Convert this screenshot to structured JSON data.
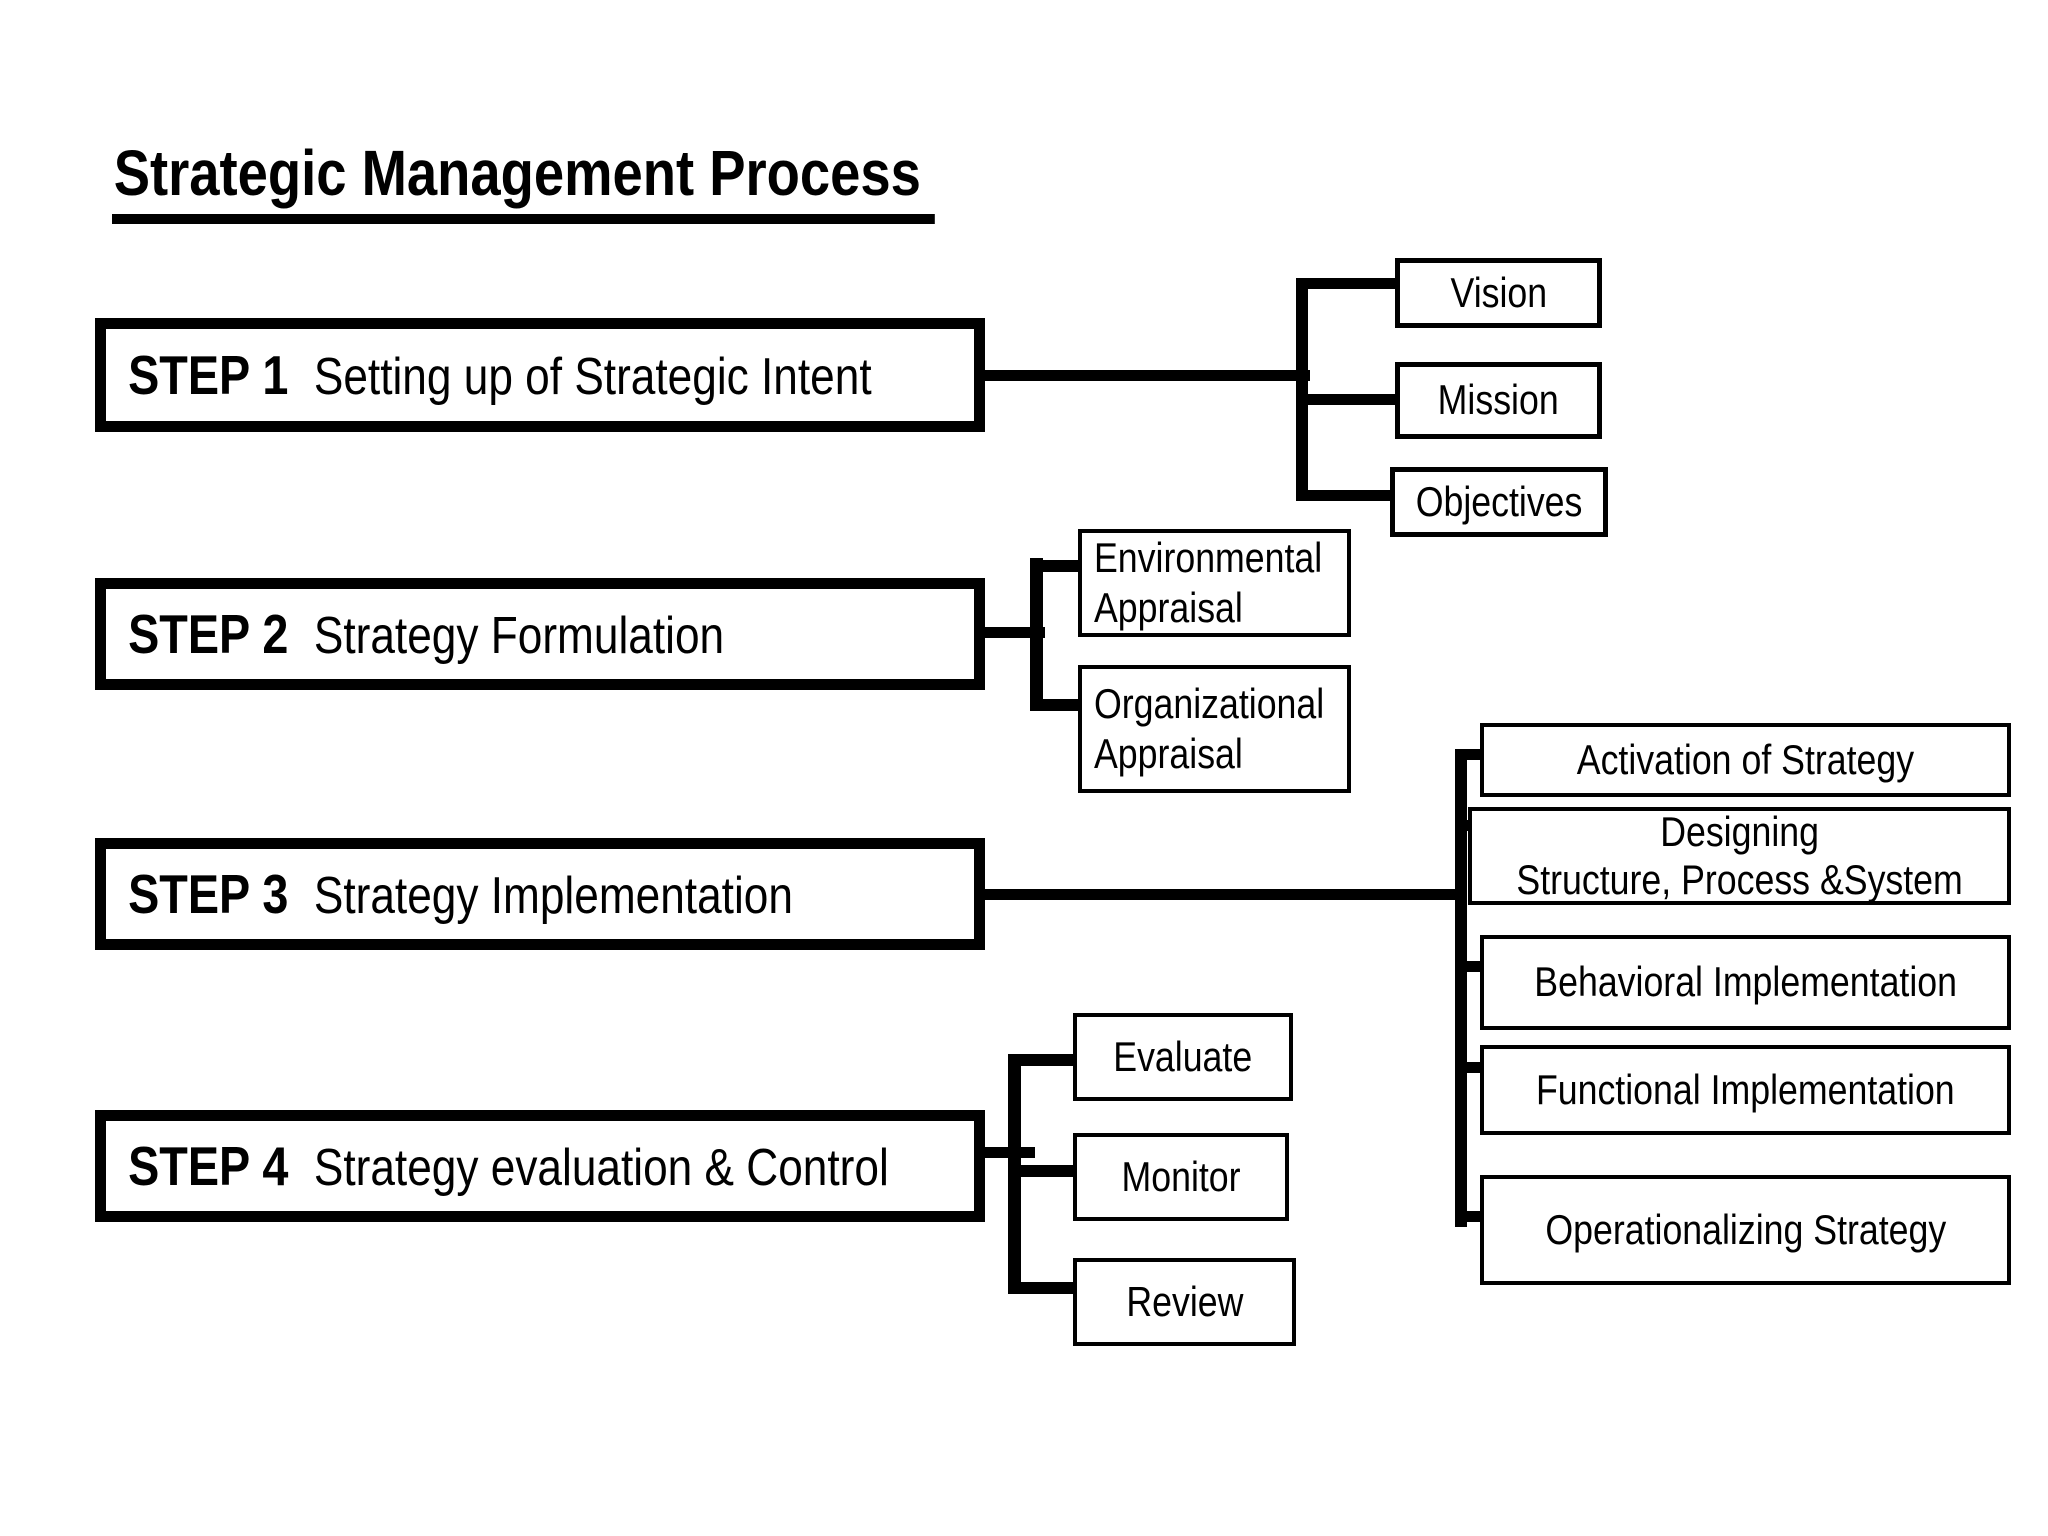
{
  "page": {
    "background": "#ffffff",
    "ink": "#000000"
  },
  "title": "Strategic Management Process",
  "steps": [
    {
      "label": "STEP 1",
      "name": "Setting up of Strategic Intent",
      "children": [
        "Vision",
        "Mission",
        "Objectives"
      ]
    },
    {
      "label": "STEP 2",
      "name": "Strategy Formulation",
      "children": [
        "Environmental\nAppraisal",
        "Organizational\nAppraisal"
      ]
    },
    {
      "label": "STEP 3",
      "name": "Strategy Implementation",
      "children": [
        "Activation of Strategy",
        "Designing\nStructure, Process &System",
        "Behavioral Implementation",
        "Functional Implementation",
        "Operationalizing Strategy"
      ]
    },
    {
      "label": "STEP 4",
      "name": "Strategy evaluation & Control",
      "children": [
        "Evaluate",
        "Monitor",
        "Review"
      ]
    }
  ]
}
